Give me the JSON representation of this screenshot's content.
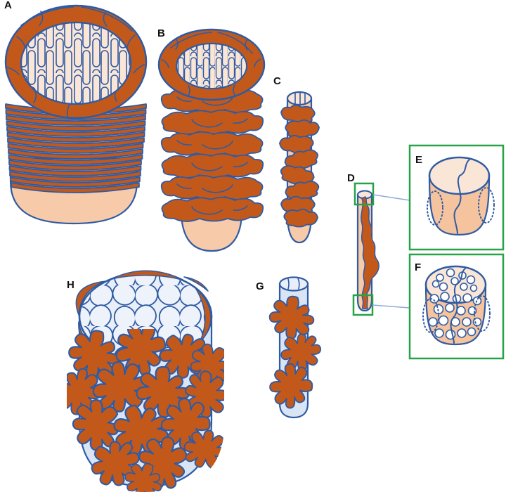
{
  "figure": {
    "panels": [
      {
        "id": "A",
        "label": "A",
        "name": "large-airway-dense-muscle-rings"
      },
      {
        "id": "B",
        "label": "B",
        "name": "medium-airway-thick-muscle-bands"
      },
      {
        "id": "C",
        "label": "C",
        "name": "small-airway-spiral-muscle-wraps"
      },
      {
        "id": "D",
        "label": "D",
        "name": "terminal-airway-with-muscle-strand"
      },
      {
        "id": "E",
        "label": "E",
        "name": "inset-upper-wall-smooth-cylinder"
      },
      {
        "id": "F",
        "label": "F",
        "name": "inset-lower-wall-with-alveolar-openings"
      },
      {
        "id": "G",
        "label": "G",
        "name": "alveolar-duct-sparse-stellate-cells"
      },
      {
        "id": "H",
        "label": "H",
        "name": "alveolar-sac-dense-stellate-cells"
      }
    ],
    "colors": {
      "muscle": "#C2591B",
      "outline": "#2F5BA3",
      "epithelium": "#F7CBAA",
      "lumen": "#FAE6D7",
      "insetBody": "#F5C49E",
      "alveolarWall": "#D9E4F4",
      "alveolarLumen": "#E9EFF9",
      "cobbleFill": "#EDF2FB",
      "insetBox": "#27A347",
      "connector": "#8FAADC",
      "labelColor": "#111111",
      "background": "#FFFFFF",
      "alveolusFill": "#FFFFFF"
    }
  }
}
